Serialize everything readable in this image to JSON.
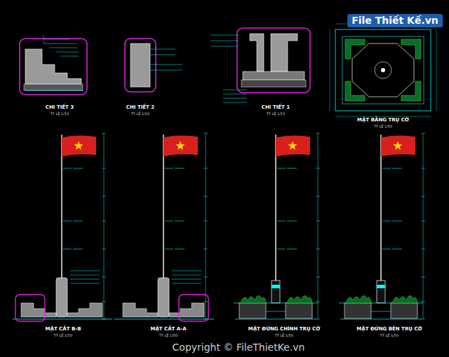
{
  "diagram": {
    "labels": [
      "CHI TIẾT 3",
      "TỶ LỆ 1/10",
      "CHI TIẾT 2",
      "TỶ LỆ 1/10",
      "CHI TIẾT 1",
      "TỶ LỆ 1/10",
      "MẶT BẰNG TRỤ CỜ",
      "TỶ LỆ 1/50",
      "MẶT CẮT B-B",
      "TỶ LỆ 1/50",
      "MẶT CẮT A-A",
      "TỶ LỆ 1/50",
      "MẶT ĐỨNG CHÍNH TRỤ CỜ",
      "TỶ LỆ 1/50",
      "MẶT ĐỨNG BÊN TRỤ CỜ",
      "TỶ LỆ 1/50",
      "File Thiết Kế.vn",
      "Copyright © FileThietKe.vn"
    ]
  }
}
